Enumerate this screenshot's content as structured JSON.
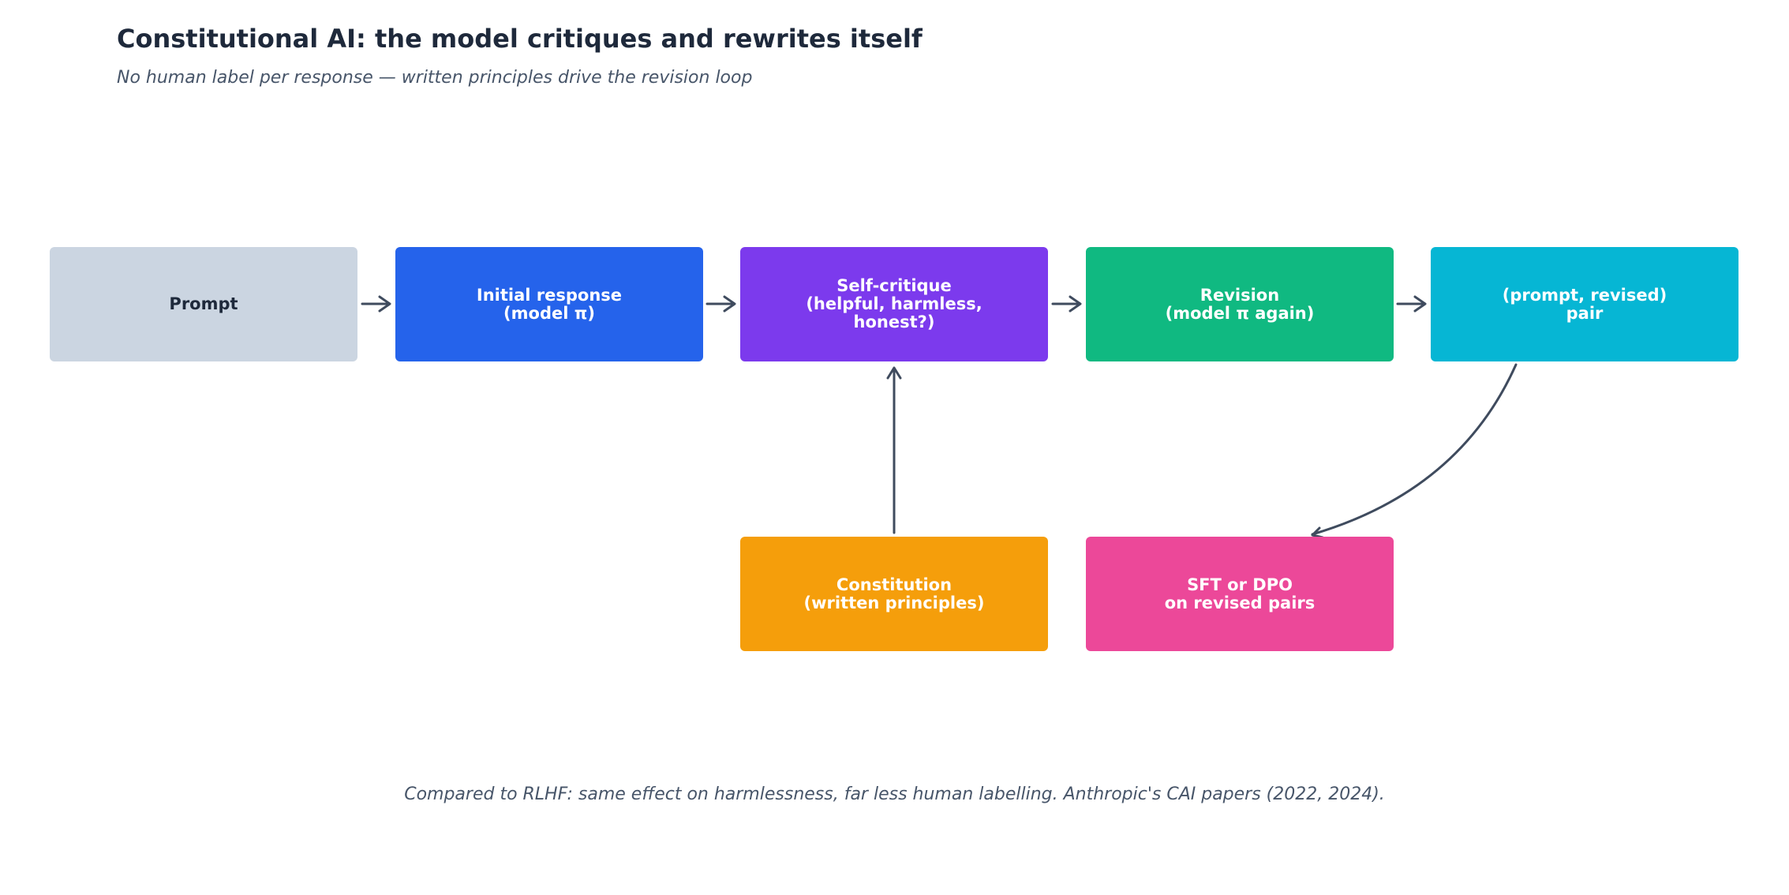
{
  "title": "Constitutional AI: the model critiques and rewrites itself",
  "subtitle": "No human label per response — written principles drive the revision loop",
  "footnote": "Compared to RLHF: same effect on harmlessness, far less human labelling. Anthropic's CAI papers (2022, 2024).",
  "nodes": {
    "prompt": {
      "label": "Prompt",
      "color": "#cbd5e1"
    },
    "initial": {
      "label": "Initial response\n(model π)",
      "color": "#2563eb"
    },
    "critique": {
      "label": "Self-critique\n(helpful, harmless,\nhonest?)",
      "color": "#7c3aed"
    },
    "revision": {
      "label": "Revision\n(model π again)",
      "color": "#10b981"
    },
    "pair": {
      "label": "(prompt, revised)\npair",
      "color": "#06b6d4"
    },
    "constitution": {
      "label": "Constitution\n(written principles)",
      "color": "#f59e0b"
    },
    "sft": {
      "label": "SFT or DPO\non revised pairs",
      "color": "#ec4899"
    }
  },
  "edge_color": "#3f4b5e"
}
